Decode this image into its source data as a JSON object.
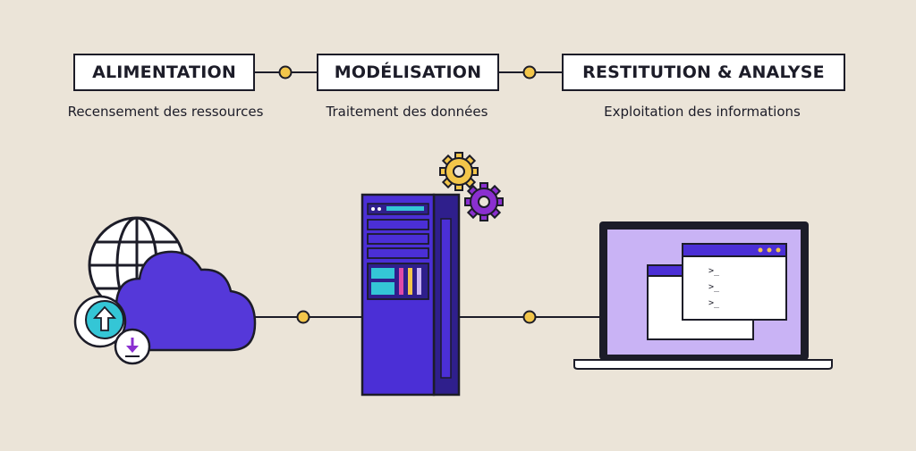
{
  "stages": [
    {
      "title": "ALIMENTATION",
      "subtitle": "Recensement des ressources"
    },
    {
      "title": "MODÉLISATION",
      "subtitle": "Traitement des données"
    },
    {
      "title": "RESTITUTION & ANALYSE",
      "subtitle": "Exploitation des informations"
    }
  ],
  "terminal": {
    "prompts": [
      ">_",
      ">_",
      ">_"
    ]
  },
  "colors": {
    "background": "#ebe4d8",
    "ink": "#1c1c28",
    "server_purple": "#4b2fd6",
    "server_dark": "#2f1f8c",
    "cloud_purple": "#5538d9",
    "screen_lavender": "#c9b3f5",
    "connector_yellow": "#f3c64a",
    "gear_yellow": "#f3c64a",
    "gear_purple": "#8a2fd0",
    "accent_teal": "#34c6d6",
    "accent_pink": "#e04aa8"
  },
  "icons": [
    "globe-icon",
    "cloud-icon",
    "upload-icon",
    "download-icon",
    "server-icon",
    "gear-icon",
    "laptop-icon",
    "terminal-window-icon"
  ]
}
